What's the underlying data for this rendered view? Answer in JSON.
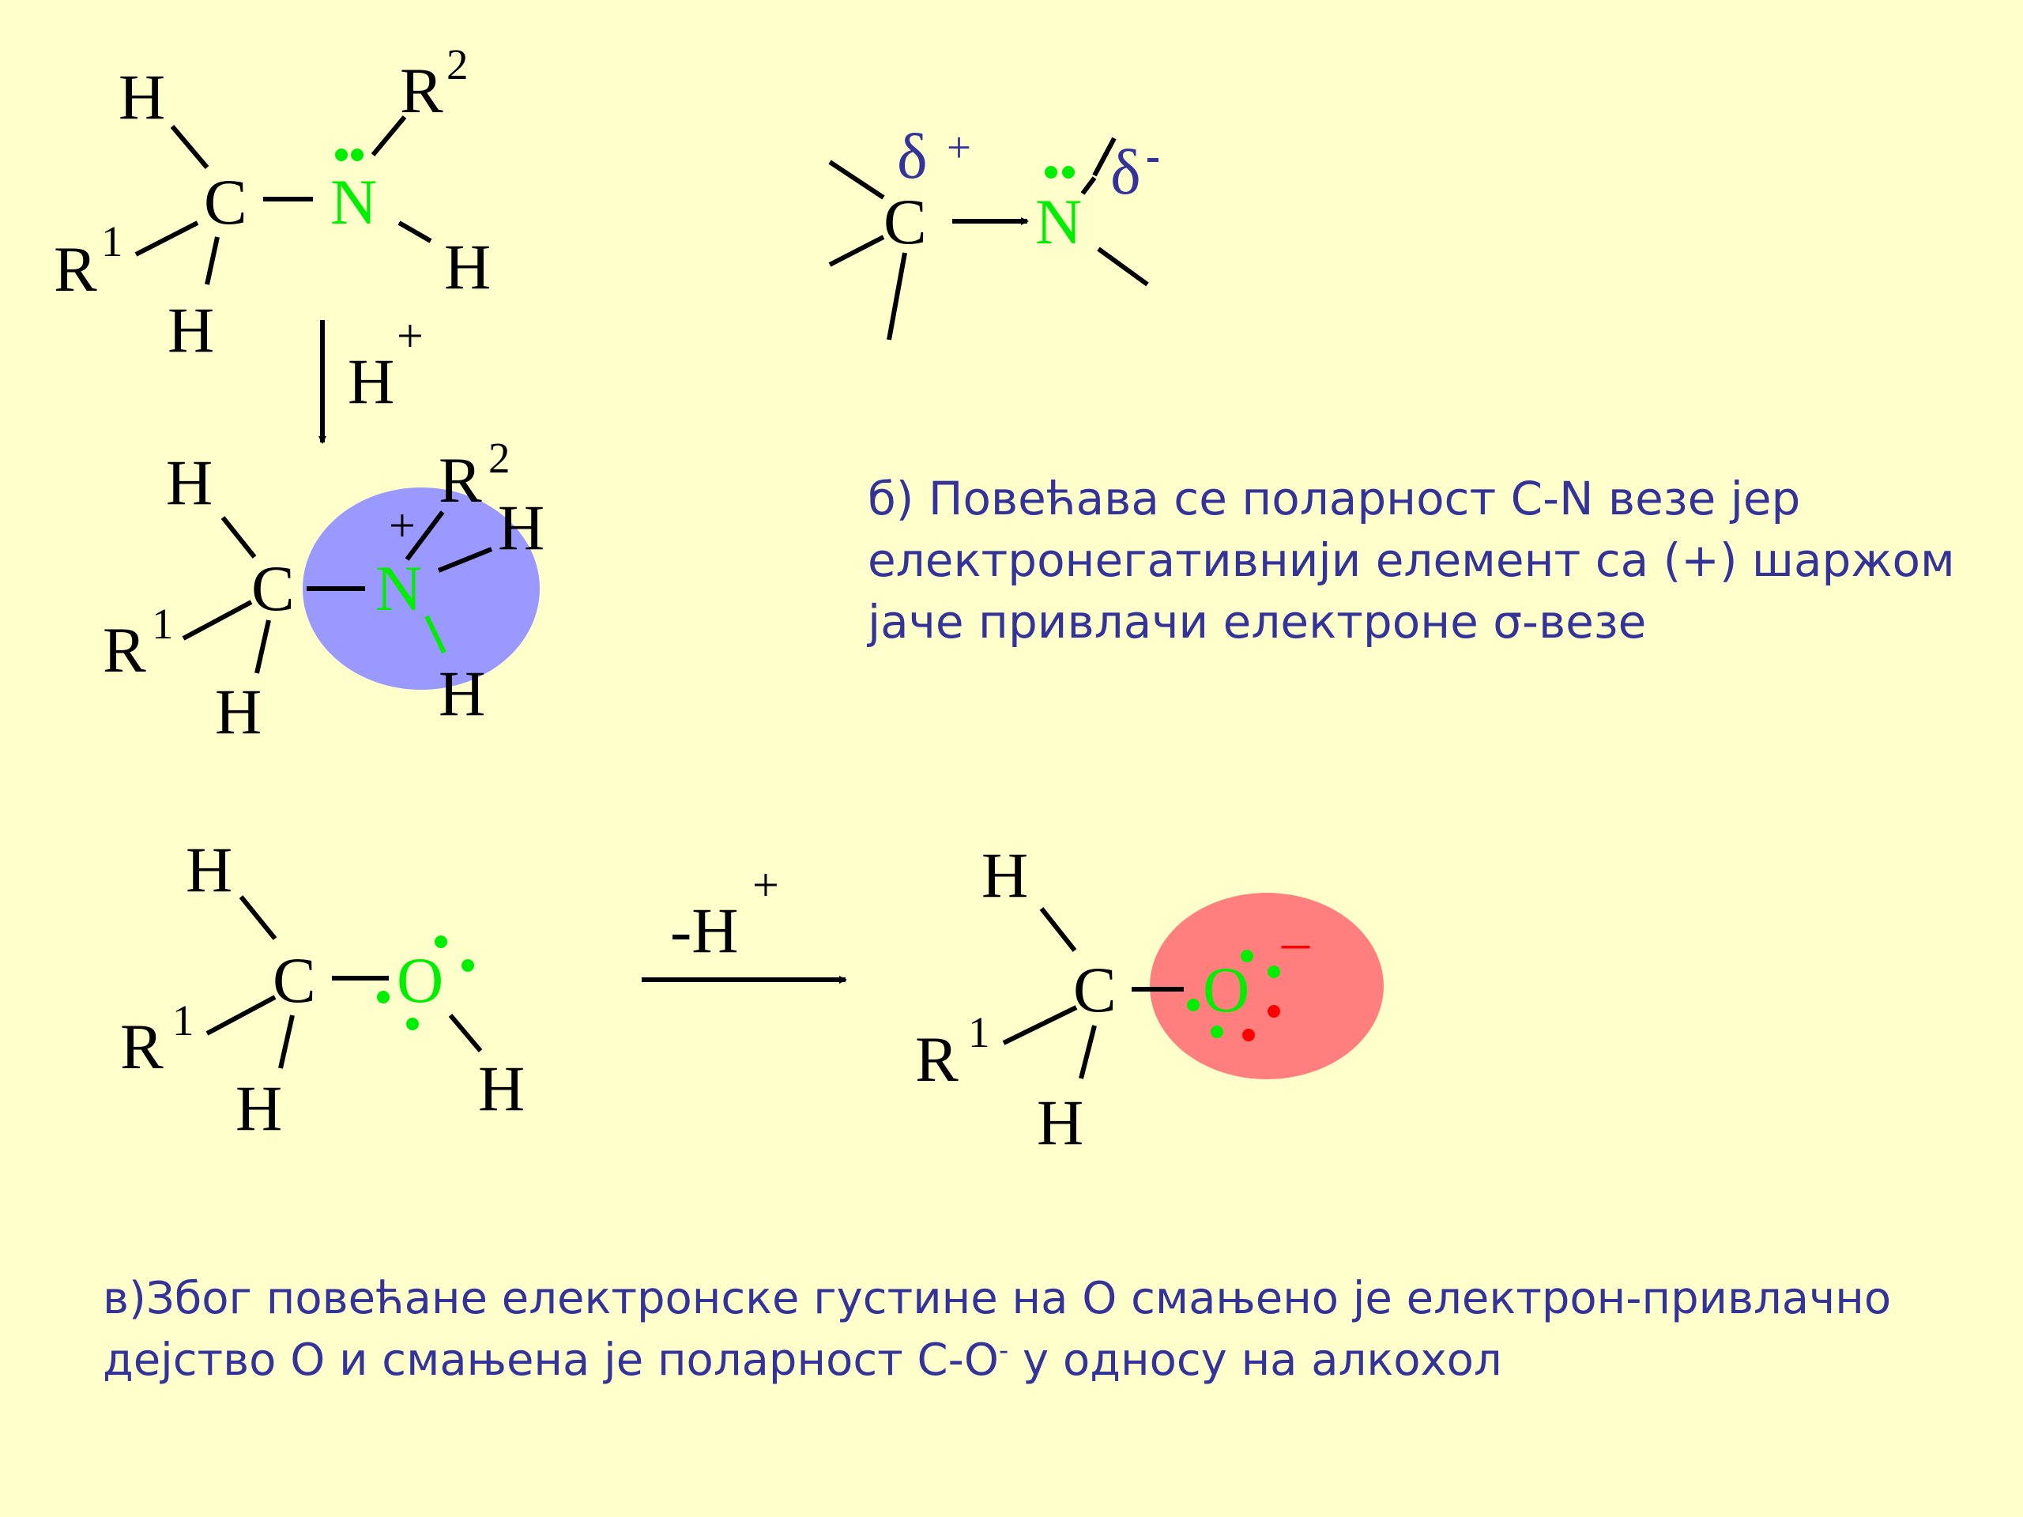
{
  "colors": {
    "background": "#ffffcc",
    "nitrogen": "#00ee00",
    "oxygen": "#00ee00",
    "lone_pair": "#00ee00",
    "delta": "#333399",
    "caption": "#333399",
    "ammonium_highlight": "#9999ff",
    "alkoxide_highlight": "#ff7f7f",
    "negative_charge": "#ff0000"
  },
  "labels": {
    "H": "H",
    "C": "C",
    "N": "N",
    "O": "O",
    "R": "R",
    "one": "1",
    "two": "2",
    "plus": "+",
    "minus": "–",
    "protonation": "H",
    "deprotonation": "-H",
    "delta": "δ"
  },
  "caption_b": {
    "line1": "б) Повећава се поларност С-N везе јер",
    "line2": "електронегативнији елемент са (+) шаржом",
    "line3": "јаче привлачи електроне σ-везе"
  },
  "caption_c": {
    "line1": "в)Због повећане електронске густине на О смањено је електрон-привлачно",
    "line2_before": "дејство О и смањена је поларност С-О",
    "line2_sup": "-",
    "line2_after": " у односу на алкохол"
  }
}
